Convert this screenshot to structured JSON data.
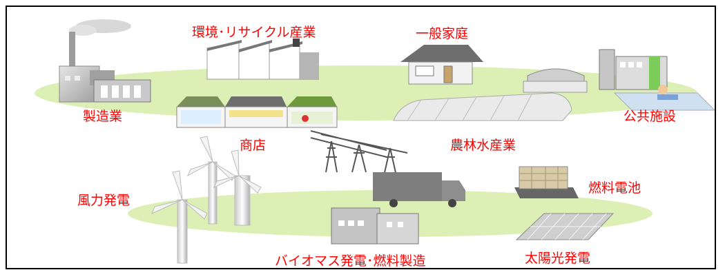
{
  "labels": {
    "manufacturing": "製造業",
    "recycling": "環境･リサイクル産業",
    "household": "一般家庭",
    "public": "公共施設",
    "shop": "商店",
    "agriculture": "農林水産業",
    "wind": "風力発電",
    "fuel_cell": "燃料電池",
    "biomass": "バイオマス発電･燃料製造",
    "solar": "太陽光発電"
  },
  "colors": {
    "label": "#ff0000",
    "ground": "#dcefb4",
    "building": "#b5b5b5",
    "roof": "#8c8c8c"
  }
}
